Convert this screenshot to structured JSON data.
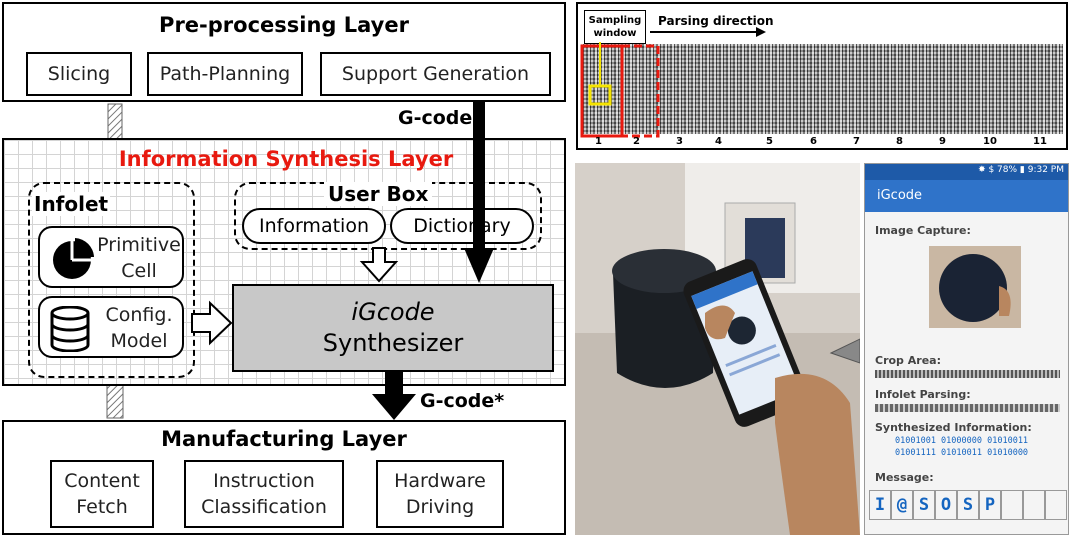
{
  "pre_layer": {
    "title": "Pre-processing Layer",
    "modules": [
      "Slicing",
      "Path-Planning",
      "Support Generation"
    ]
  },
  "gcode_label": "G-code",
  "gcode_star_label": "G-code*",
  "info_layer": {
    "title": "Information Synthesis Layer",
    "infolet": {
      "title": "Infolet",
      "primitive_line1": "Primitive",
      "primitive_line2": "Cell",
      "config_line1": "Config.",
      "config_line2": "Model"
    },
    "user_box": {
      "title": "User Box",
      "information": "Information",
      "dictionary": "Dictionary"
    },
    "synth_line1": "iGcode",
    "synth_line2": "Synthesizer"
  },
  "mfg_layer": {
    "title": "Manufacturing Layer",
    "modules": [
      {
        "line1": "Content",
        "line2": "Fetch"
      },
      {
        "line1": "Instruction",
        "line2": "Classification"
      },
      {
        "line1": "Hardware",
        "line2": "Driving"
      }
    ]
  },
  "parse_panel": {
    "sampling_line1": "Sampling",
    "sampling_line2": "window",
    "direction": "Parsing direction",
    "ticks": [
      "1",
      "2",
      "3",
      "4",
      "5",
      "6",
      "7",
      "8",
      "9",
      "10",
      "11"
    ]
  },
  "app": {
    "status": "✸ $ 78% ▮ 9:32 PM",
    "title": "iGcode",
    "image_capture": "Image Capture:",
    "crop_area": "Crop Area:",
    "infolet_parsing": "Infolet Parsing:",
    "synthesized": "Synthesized Information:",
    "binary_line1": "01001001 01000000 01010011",
    "binary_line2": "01001111 01010011 01010000",
    "message_label": "Message:",
    "message_chars": [
      "I",
      "@",
      "S",
      "O",
      "S",
      "P",
      "",
      "",
      ""
    ]
  },
  "colors": {
    "accent_red": "#e8190f",
    "app_blue": "#2f73c9",
    "synth_gray": "#c8c8c8"
  }
}
